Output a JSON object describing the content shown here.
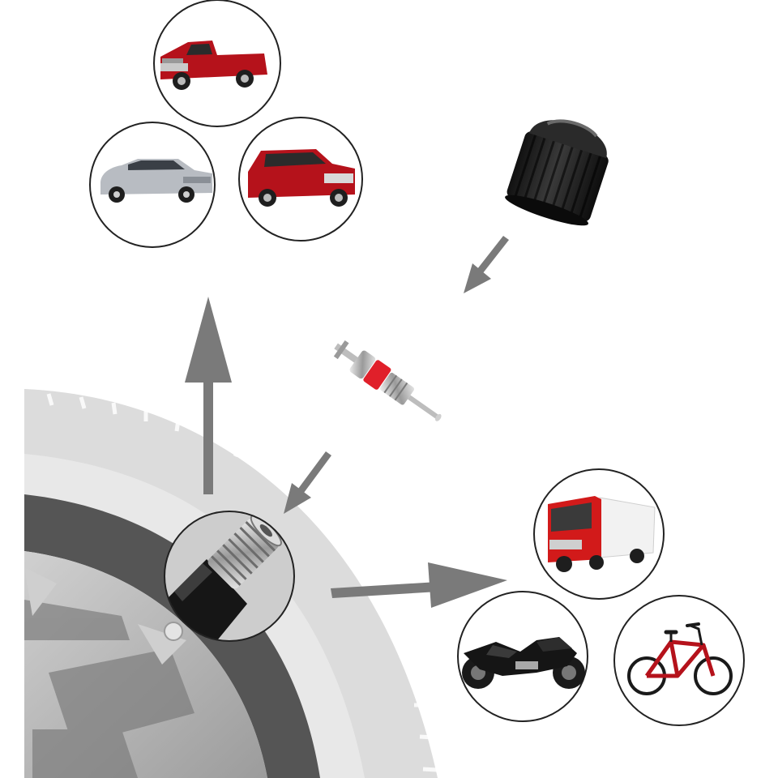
{
  "colors": {
    "arrow": "#7a7a7a",
    "circle_stroke": "#222222",
    "tire_gray": "#d8d8d8",
    "cap_black": "#1f1f1f",
    "core_red": "#e0202a",
    "vehicle_red": "#b5121b",
    "vehicle_silver": "#b8bcc2"
  },
  "vehicles": [
    {
      "id": "pickup-truck",
      "color": "red"
    },
    {
      "id": "sedan",
      "color": "silver"
    },
    {
      "id": "suv",
      "color": "red"
    },
    {
      "id": "box-truck",
      "color": "red"
    },
    {
      "id": "motorcycle",
      "color": "black"
    },
    {
      "id": "bicycle",
      "color": "red"
    }
  ],
  "components": [
    "valve-cap",
    "valve-core",
    "valve-stem"
  ]
}
